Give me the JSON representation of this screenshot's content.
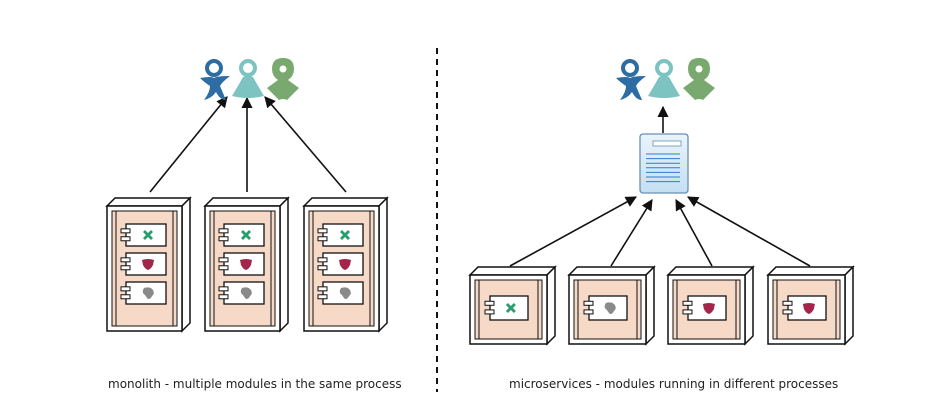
{
  "captions": {
    "monolith": "monolith - multiple modules in the same process",
    "microservices": "microservices - modules running in different processes"
  },
  "icons": {
    "user_shapes": [
      "person-star-icon",
      "person-round-icon",
      "person-pin-icon"
    ],
    "module_shapes": [
      "cross-shape-icon",
      "shield-shape-icon",
      "blob-shape-icon"
    ]
  },
  "colors": {
    "user_dark_blue": "#2e6da4",
    "user_teal": "#7cc3c2",
    "user_green": "#7aa970",
    "module_cross": "#2a9d6e",
    "module_shield": "#a3264a",
    "module_blob": "#8a8a8a",
    "server_fill": "#f7d9c7"
  },
  "monolith": {
    "servers": [
      {
        "modules": [
          "cross",
          "shield",
          "blob"
        ]
      },
      {
        "modules": [
          "cross",
          "shield",
          "blob"
        ]
      },
      {
        "modules": [
          "cross",
          "shield",
          "blob"
        ]
      }
    ]
  },
  "microservices": {
    "services": [
      {
        "module": "cross"
      },
      {
        "module": "blob"
      },
      {
        "module": "shield"
      },
      {
        "module": "shield"
      }
    ]
  }
}
